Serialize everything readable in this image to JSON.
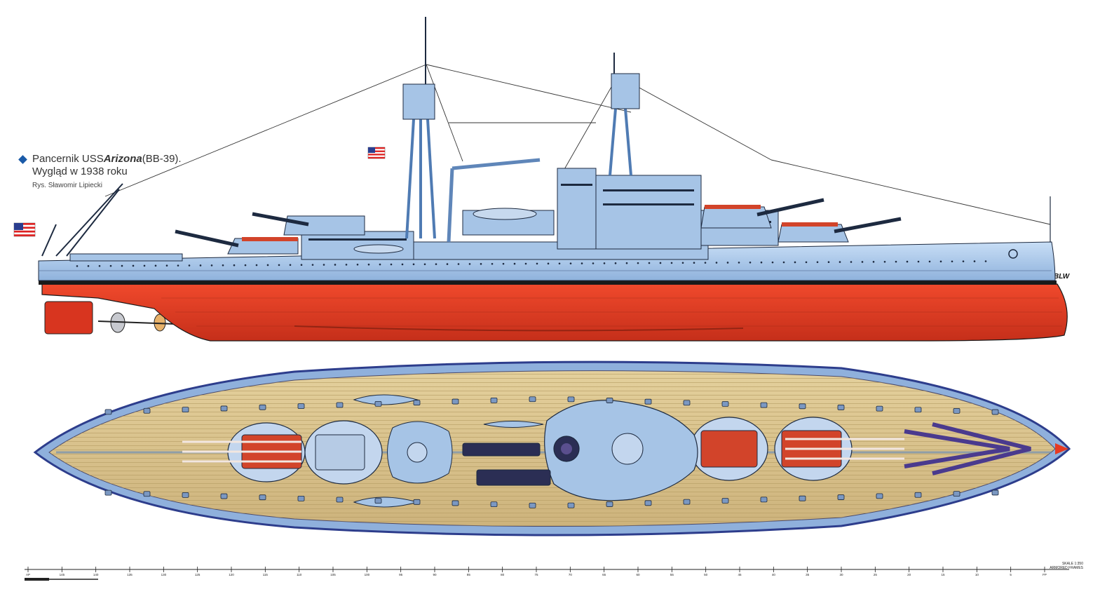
{
  "caption": {
    "prefix": "Pancernik USS ",
    "ship_name": "Arizona",
    "suffix": " (BB-39).",
    "line2": "Wygląd w 1938 roku",
    "credit": "Rys. Sławomir Lipiecki"
  },
  "waterline_label": "BLW",
  "scale": {
    "note_line1": "SKALE 1:350",
    "note_line2": "ARMORED FRAMES",
    "frame_labels": [
      "AP",
      "145",
      "140",
      "135",
      "130",
      "125",
      "120",
      "115",
      "110",
      "105",
      "100",
      "95",
      "90",
      "85",
      "80",
      "75",
      "70",
      "65",
      "60",
      "55",
      "50",
      "45",
      "40",
      "35",
      "30",
      "25",
      "20",
      "15",
      "10",
      "5",
      "FP"
    ]
  },
  "colors": {
    "hull_upper": "#a9c8ec",
    "hull_lower": "#e63a22",
    "deck_wood": "#d8c28e",
    "superstructure": "#a6c4e6",
    "turret_top": "#d2442a",
    "outline": "#1d2a40",
    "caption_bullet": "#1a5aa8"
  },
  "icons": [
    "flag-icon",
    "flag-icon"
  ]
}
